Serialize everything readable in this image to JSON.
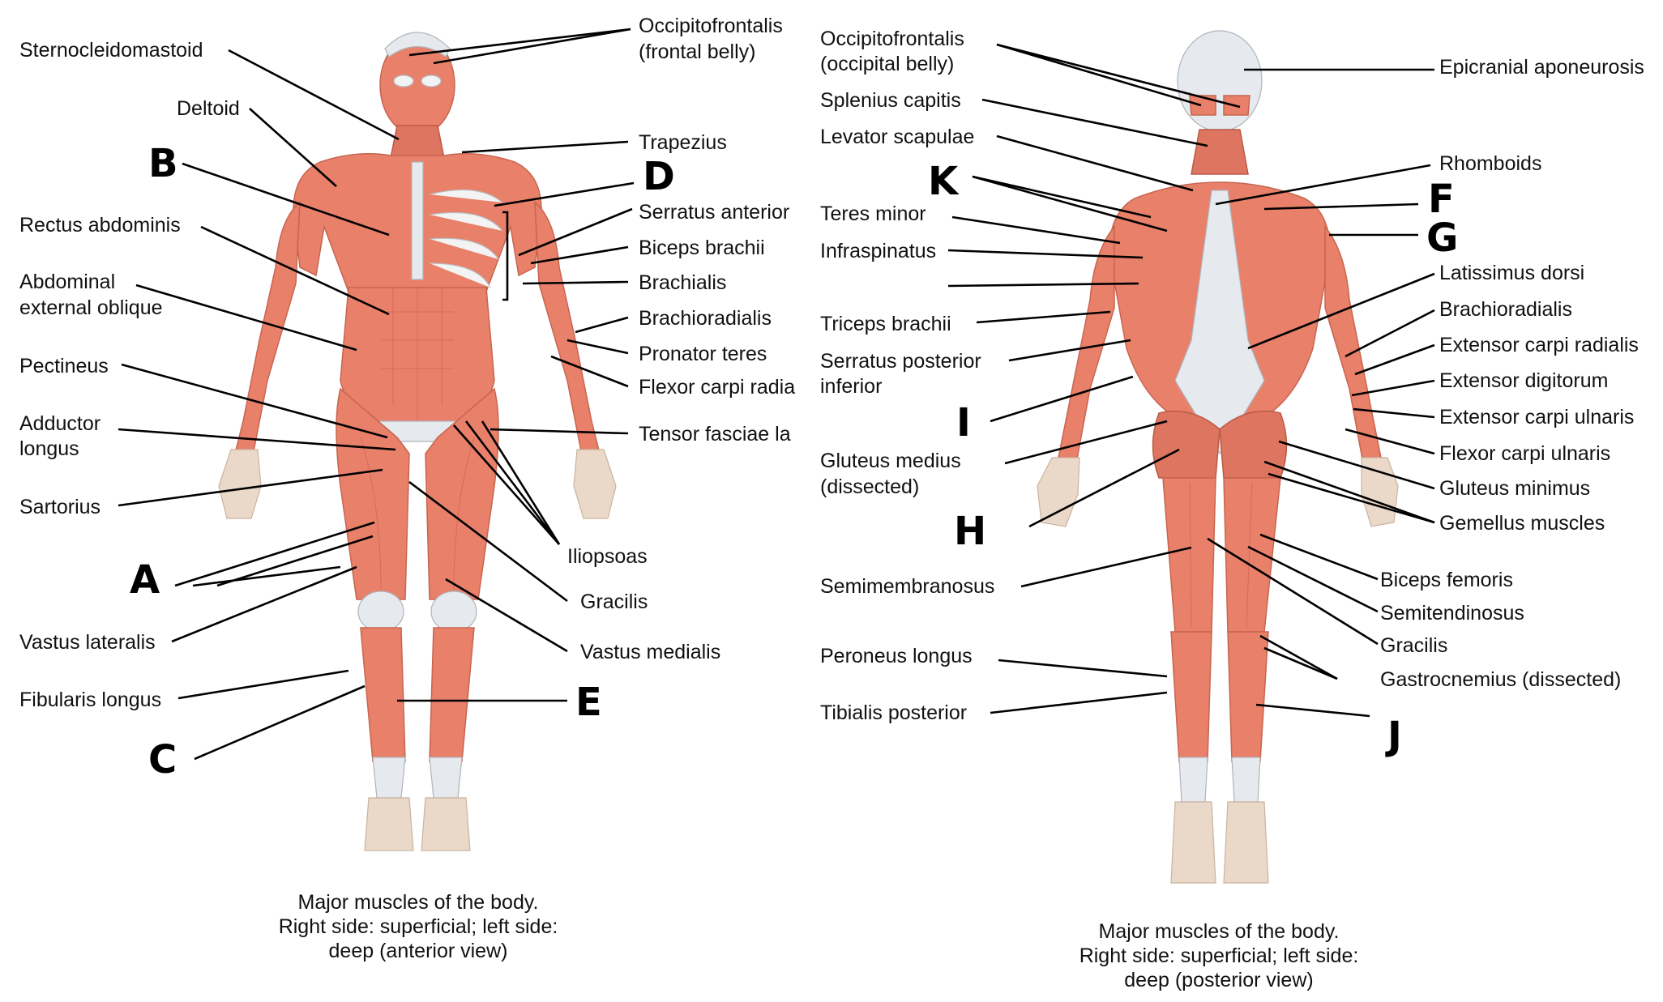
{
  "anterior": {
    "labels": {
      "sternocleidomastoid": "Sternocleidomastoid",
      "deltoid": "Deltoid",
      "rectus_abdominis": "Rectus abdominis",
      "abdominal_external_oblique_1": "Abdominal",
      "abdominal_external_oblique_2": "external oblique",
      "pectineus": "Pectineus",
      "adductor_longus_1": "Adductor",
      "adductor_longus_2": "longus",
      "sartorius": "Sartorius",
      "vastus_lateralis": "Vastus lateralis",
      "fibularis_longus": "Fibularis longus",
      "occipitofrontalis_1": "Occipitofrontalis",
      "occipitofrontalis_2": "(frontal belly)",
      "trapezius": "Trapezius",
      "serratus_anterior": "Serratus anterior",
      "biceps_brachii": "Biceps brachii",
      "brachialis": "Brachialis",
      "brachioradialis": "Brachioradialis",
      "pronator_teres": "Pronator teres",
      "flexor_carpi_radialis": "Flexor carpi radia",
      "tensor_fasciae_latae": "Tensor fasciae la",
      "iliopsoas": "Iliopsoas",
      "gracilis": "Gracilis",
      "vastus_medialis": "Vastus medialis"
    },
    "letters": {
      "A": "A",
      "B": "B",
      "C": "C",
      "D": "D",
      "E": "E"
    },
    "caption": [
      "Major muscles of the body.",
      "Right side: superficial; left side:",
      "deep (anterior view)"
    ]
  },
  "posterior": {
    "labels": {
      "occipitofrontalis_1": "Occipitofrontalis",
      "occipitofrontalis_2": "(occipital belly)",
      "splenius_capitis": "Splenius capitis",
      "levator_scapulae": "Levator scapulae",
      "teres_minor": "Teres minor",
      "infraspinatus": "Infraspinatus",
      "triceps_brachii": "Triceps brachii",
      "serratus_posterior_1": "Serratus posterior",
      "serratus_posterior_2": "inferior",
      "gluteus_medius_1": "Gluteus medius",
      "gluteus_medius_2": "(dissected)",
      "semimembranosus": "Semimembranosus",
      "peroneus_longus": "Peroneus longus",
      "tibialis_posterior": "Tibialis posterior",
      "epicranial_aponeurosis": "Epicranial aponeurosis",
      "rhomboids": "Rhomboids",
      "latissimus_dorsi": "Latissimus dorsi",
      "brachioradialis": "Brachioradialis",
      "extensor_carpi_radialis": "Extensor carpi radialis",
      "extensor_digitorum": "Extensor digitorum",
      "extensor_carpi_ulnaris": "Extensor carpi ulnaris",
      "flexor_carpi_ulnaris": "Flexor carpi ulnaris",
      "gluteus_minimus": "Gluteus minimus",
      "gemellus_muscles": "Gemellus muscles",
      "biceps_femoris": "Biceps femoris",
      "semitendinosus": "Semitendinosus",
      "gracilis": "Gracilis",
      "gastrocnemius": "Gastrocnemius (dissected)"
    },
    "letters": {
      "F": "F",
      "G": "G",
      "H": "H",
      "I": "I",
      "J": "J",
      "K": "K"
    },
    "caption": [
      "Major muscles of the body.",
      "Right side: superficial; left side:",
      "deep (posterior view)"
    ]
  },
  "colors": {
    "muscle": "#e8806a",
    "tendon": "#e6e9ed",
    "skin": "#ead9c9",
    "line": "#000000"
  }
}
